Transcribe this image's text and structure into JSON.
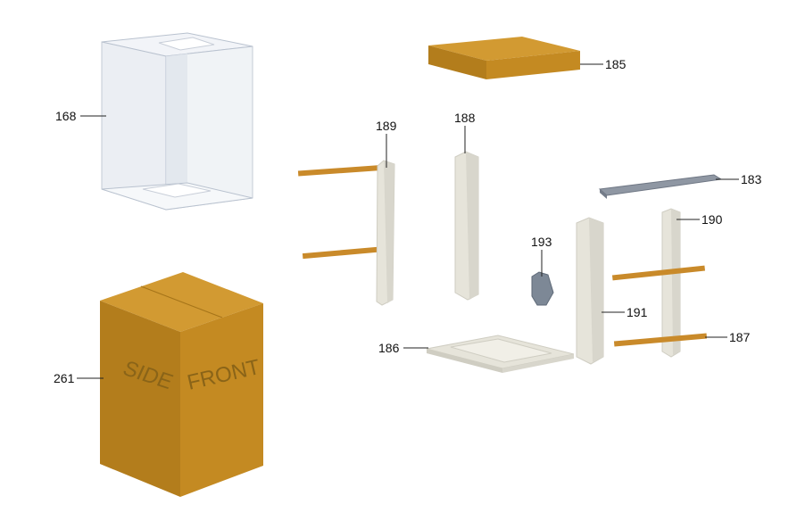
{
  "colors": {
    "cardboard_front": "#c48a22",
    "cardboard_side": "#b37d1c",
    "cardboard_top": "#d29a32",
    "cardboard_text": "#8a6418",
    "foam": "#e6e4da",
    "foam_shade": "#cfcdc2",
    "clear_bag": "#e8ecf2",
    "clear_bag_edge": "#b9c2cf",
    "metal_rail": "#8f97a3",
    "wood_rod": "#c98a2a",
    "bracket": "#7d8896",
    "leader_line": "#222222"
  },
  "box_261": {
    "side_text": "SIDE",
    "front_text": "FRONT"
  },
  "callouts": [
    {
      "id": "168",
      "part": "clear-bag"
    },
    {
      "id": "185",
      "part": "top-cardboard-tray"
    },
    {
      "id": "189",
      "part": "foam-post-left"
    },
    {
      "id": "188",
      "part": "foam-post-center"
    },
    {
      "id": "183",
      "part": "metal-rail"
    },
    {
      "id": "190",
      "part": "foam-post-right"
    },
    {
      "id": "193",
      "part": "bracket"
    },
    {
      "id": "191",
      "part": "foam-post-front"
    },
    {
      "id": "186",
      "part": "foam-base-tray"
    },
    {
      "id": "187",
      "part": "wooden-rods"
    },
    {
      "id": "261",
      "part": "shipping-box"
    }
  ]
}
